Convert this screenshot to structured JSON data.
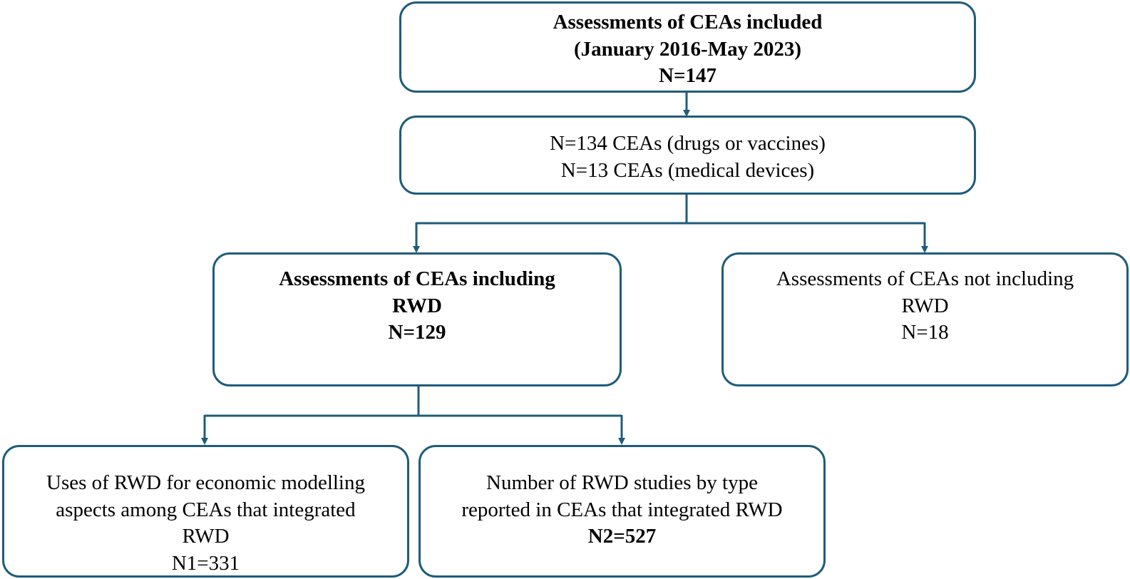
{
  "colors": {
    "border": "#1f5c7a",
    "arrow": "#1f5c7a",
    "background": "#ffffff"
  },
  "boxes": {
    "included": {
      "line1": "Assessments of CEAs included",
      "line2": "(January 2016-May 2023)",
      "line3": "N=147"
    },
    "types": {
      "line1": "N=134 CEAs (drugs or vaccines)",
      "line2": "N=13 CEAs (medical devices)"
    },
    "including_rwd": {
      "line1": "Assessments of CEAs including",
      "line2": "RWD",
      "line3": "N=129"
    },
    "not_including_rwd": {
      "line1": "Assessments of CEAs not including",
      "line2": "RWD",
      "line3": "N=18"
    },
    "uses_rwd": {
      "line1": "Uses of RWD for economic modelling",
      "line2": "aspects among CEAs that integrated",
      "line3": "RWD",
      "line4": "N1=331"
    },
    "rwd_studies": {
      "line1": "Number of RWD studies by type",
      "line2": "reported in CEAs that integrated RWD",
      "line3": "N2=527"
    }
  }
}
